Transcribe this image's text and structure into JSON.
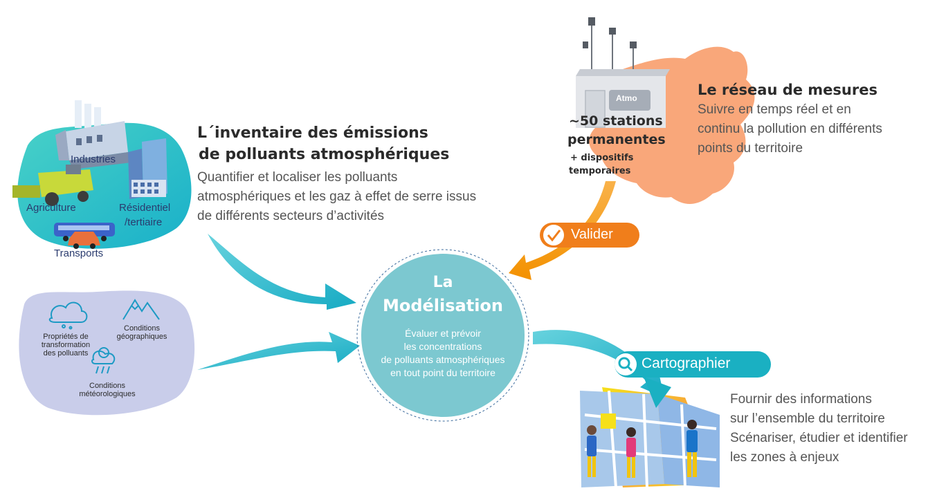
{
  "inventaire": {
    "title_line1": "L´inventaire des émissions",
    "title_line2": "de polluants atmosphériques",
    "desc_line1": "Quantifier et localiser les polluants",
    "desc_line2": "atmosphériques et les gaz à effet de serre issus",
    "desc_line3": "de différents secteurs d’activités"
  },
  "sectors": {
    "industries": "Industries",
    "agriculture": "Agriculture",
    "residentiel_line1": "Résidentiel",
    "residentiel_line2": "/tertiaire",
    "transports": "Transports"
  },
  "conditions": {
    "proprietes_line1": "Propriétés de",
    "proprietes_line2": "transformation",
    "proprietes_line3": "des polluants",
    "geo_line1": "Conditions",
    "geo_line2": "géographiques",
    "meteo_line1": "Conditions",
    "meteo_line2": "météorologiques"
  },
  "modelisation": {
    "title_line1": "La",
    "title_line2": "Modélisation",
    "desc_line1": "Évaluer et prévoir",
    "desc_line2": "les concentrations",
    "desc_line3": "de polluants atmosphériques",
    "desc_line4": "en tout point du territoire"
  },
  "reseau": {
    "stations_line1": "~50 stations",
    "stations_line2": "permanentes",
    "temp_line1": "+ dispositifs",
    "temp_line2": "temporaires",
    "station_logo": "Atmo",
    "title": "Le réseau de mesures",
    "desc_line1": "Suivre en temps réel et en",
    "desc_line2": "continu la pollution en différents",
    "desc_line3": "points du territoire"
  },
  "valider": {
    "label": "Valider"
  },
  "cartographier": {
    "label": "Cartographier",
    "desc_line1": "Fournir des informations",
    "desc_line2": "sur l’ensemble du territoire",
    "desc_line3": "Scénariser, étudier et identifier",
    "desc_line4": "les zones à enjeux"
  },
  "colors": {
    "teal": "#1fb5c5",
    "circle": "#7cc8d0",
    "orange": "#f07e1b",
    "salmon": "#f9a77a",
    "lavender": "#c9cdea",
    "cyan_blob": "#2ec4c8"
  }
}
